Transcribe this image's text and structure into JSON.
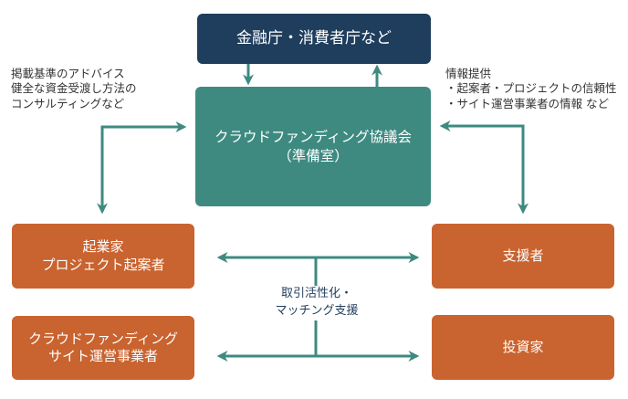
{
  "diagram": {
    "colors": {
      "agency": "#1f3d5c",
      "association": "#3e8a80",
      "participant": "#c9632f",
      "arrow": "#3e8a80"
    },
    "nodes": {
      "agency": {
        "lines": [
          "金融庁・消費者庁など"
        ]
      },
      "association": {
        "lines": [
          "クラウドファンディング協議会",
          "（準備室）"
        ]
      },
      "entrepreneur": {
        "lines": [
          "起業家",
          "プロジェクト起案者"
        ]
      },
      "operator": {
        "lines": [
          "クラウドファンディング",
          "サイト運営事業者"
        ]
      },
      "supporter": {
        "lines": [
          "支援者"
        ]
      },
      "investor": {
        "lines": [
          "投資家"
        ]
      }
    },
    "annotations": {
      "left": {
        "lines": [
          "掲載基準のアドバイス",
          "健全な資金受渡し方法の",
          "コンサルティングなど"
        ]
      },
      "right": {
        "lines": [
          "情報提供",
          "・起案者・プロジェクトの信頼性",
          "・サイト運営事業者の情報 など"
        ]
      },
      "center": {
        "lines": [
          "取引活性化・",
          "マッチング支援"
        ]
      }
    },
    "edges": [
      {
        "from": "agency",
        "to": "association",
        "type": "arrow"
      },
      {
        "from": "association",
        "to": "agency",
        "type": "arrow"
      },
      {
        "from": "entrepreneur",
        "to": "association",
        "type": "bidirectional"
      },
      {
        "from": "supporter",
        "to": "association",
        "type": "bidirectional"
      },
      {
        "from": "entrepreneur",
        "to": "supporter",
        "type": "bidirectional"
      },
      {
        "from": "operator",
        "to": "investor",
        "type": "bidirectional"
      }
    ]
  }
}
